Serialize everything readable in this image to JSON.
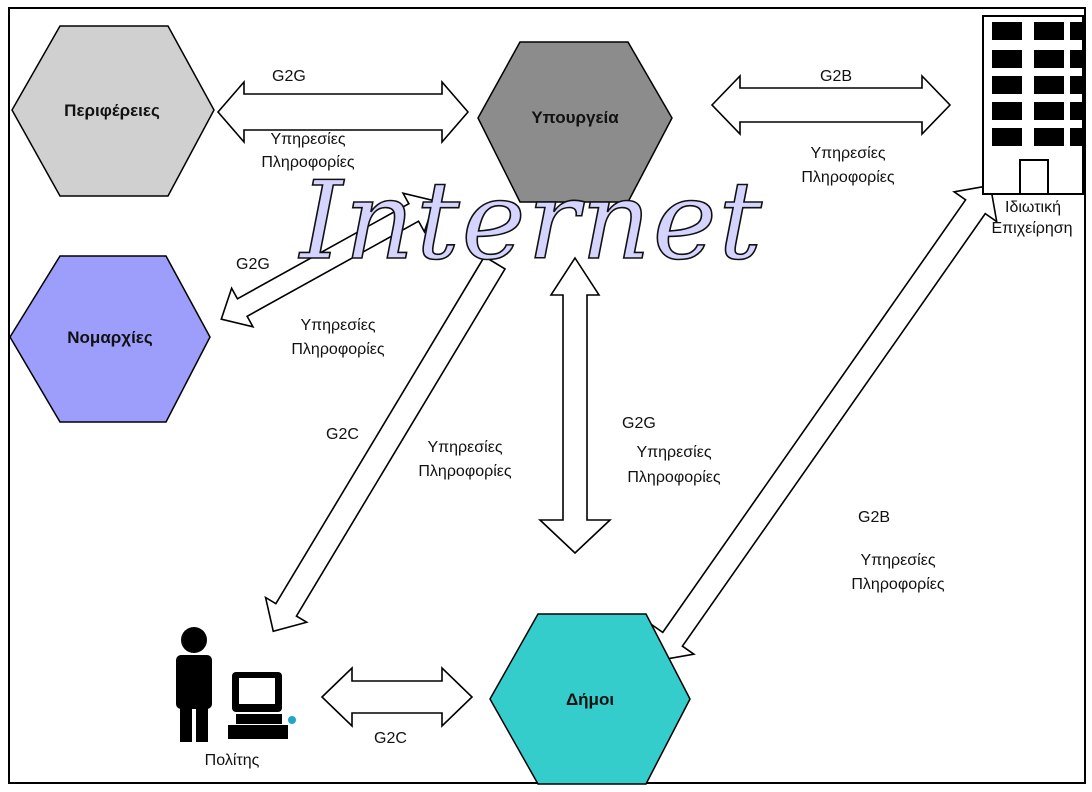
{
  "nodes": {
    "regions": {
      "label": "Περιφέρειες",
      "color": "#d0d0d0"
    },
    "ministries": {
      "label": "Υπουργεία",
      "color": "#8c8c8c"
    },
    "prefectures": {
      "label": "Νομαρχίες",
      "color": "#9d9dfb"
    },
    "municipalities": {
      "label": "Δήμοι",
      "color": "#35cccc"
    },
    "business": {
      "label_line1": "Ιδιωτική",
      "label_line2": "Επιχείρηση"
    },
    "citizen": {
      "label": "Πολίτης"
    }
  },
  "center_word": "Internet",
  "edges": {
    "regions_ministries": {
      "type": "G2G",
      "line1": "Υπηρεσίες",
      "line2": "Πληροφορίες"
    },
    "ministries_business": {
      "type": "G2B",
      "line1": "Υπηρεσίες",
      "line2": "Πληροφορίες"
    },
    "prefectures_ministries": {
      "type": "G2G",
      "line1": "Υπηρεσίες",
      "line2": "Πληροφορίες"
    },
    "internet_citizen": {
      "type": "G2C",
      "line1": "Υπηρεσίες",
      "line2": "Πληροφορίες"
    },
    "internet_municipalities": {
      "type": "G2G",
      "line1": "Υπηρεσίες",
      "line2": "Πληροφορίες"
    },
    "business_municipalities": {
      "type": "G2B",
      "line1": "Υπηρεσίες",
      "line2": "Πληροφορίες"
    },
    "citizen_municipalities": {
      "type": "G2C"
    }
  }
}
